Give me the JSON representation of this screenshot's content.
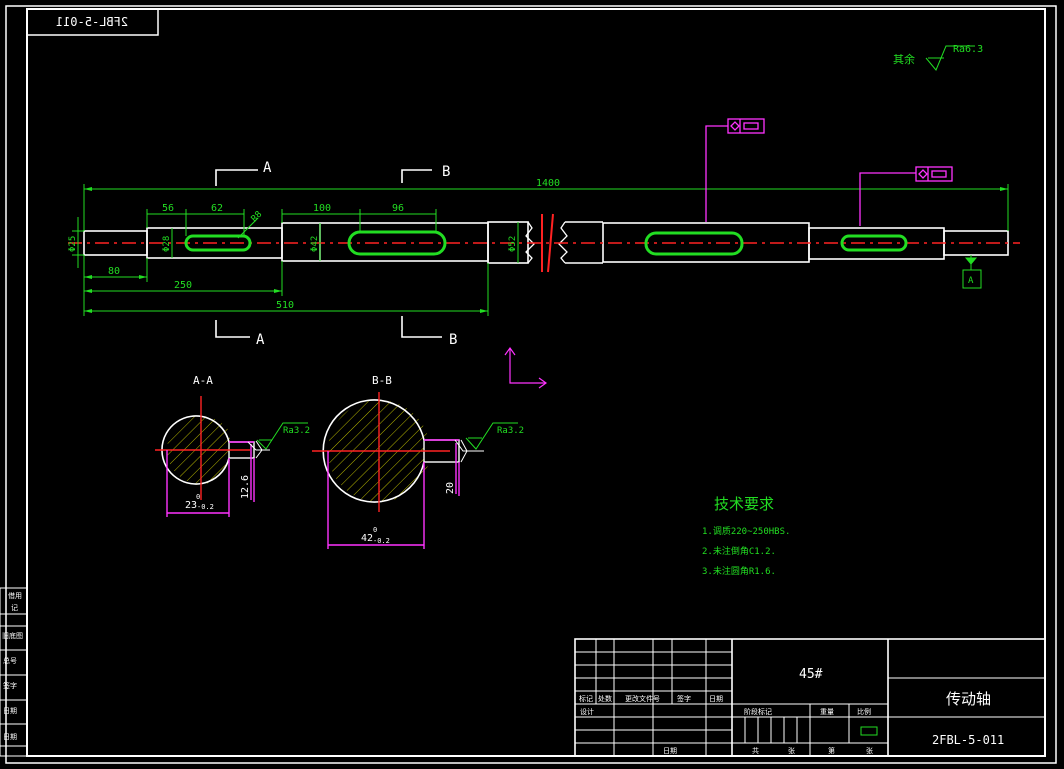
{
  "drawing": {
    "corner_code": "2FBL-5-011",
    "roughness_other_prefix": "其余",
    "roughness_other_value": "Ra6.3",
    "colors": {
      "background": "#000000",
      "frame": "#ffffff",
      "dimension": "#22dd22",
      "centerline": "#ff2222",
      "callout": "#ff33ff",
      "hatch": "#e6e600"
    }
  },
  "shaft": {
    "dims": {
      "overall_length": "1400",
      "d1": "Φ25",
      "d2": "Φ28",
      "d3": "Φ42",
      "d4": "Φ52",
      "len_56": "56",
      "len_62": "62",
      "len_100": "100",
      "len_96": "96",
      "r8": "R8",
      "len_80": "80",
      "len_250": "250",
      "len_510": "510"
    },
    "sections": {
      "A_label_top": "A",
      "A_label_bottom": "A",
      "B_label_top": "B",
      "B_label_bottom": "B"
    },
    "datum_label": "A"
  },
  "section_views": {
    "aa": {
      "title": "A-A",
      "width_dim": "23",
      "width_tol_upper": "0",
      "width_tol_lower": "-0.2",
      "depth_dim": "12.6",
      "roughness": "Ra3.2"
    },
    "bb": {
      "title": "B-B",
      "width_dim": "42",
      "width_tol_upper": "0",
      "width_tol_lower": "-0.2",
      "depth_dim": "20",
      "roughness": "Ra3.2"
    }
  },
  "tech_requirements": {
    "title": "技术要求",
    "items": [
      "1.调质220~250HBS.",
      "2.未注倒角C1.2.",
      "3.未注圆角R1.6."
    ]
  },
  "title_block": {
    "material": "45#",
    "part_name": "传动轴",
    "drawing_no": "2FBL-5-011",
    "row_headers": [
      "标记",
      "处数",
      "更改文件号",
      "签字",
      "日期"
    ],
    "design_row": [
      "设计",
      "",
      "",
      ""
    ],
    "review_row": [
      "",
      "",
      "日期"
    ],
    "stage_headers": [
      "阶段标记",
      "重量",
      "比例"
    ],
    "bottom_labels": [
      "共",
      "张",
      "第",
      "张"
    ]
  },
  "left_strip": {
    "labels": [
      "借用",
      "记",
      "旧底图",
      "总号",
      "签字",
      "日期",
      "日期"
    ]
  }
}
